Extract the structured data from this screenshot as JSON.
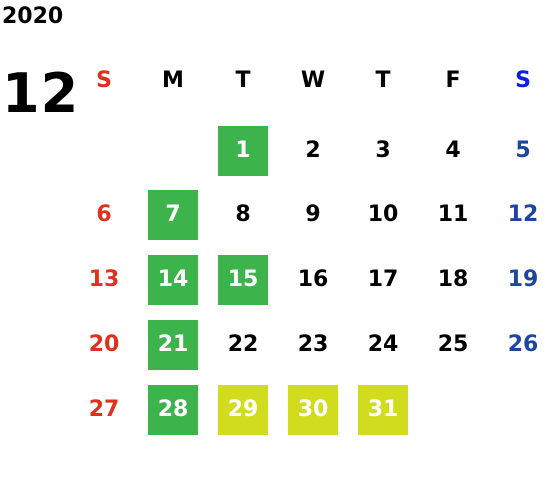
{
  "year": "2020",
  "month": "12",
  "weekdays": [
    "S",
    "M",
    "T",
    "W",
    "T",
    "F",
    "S"
  ],
  "weeks": [
    [
      "",
      "",
      "1",
      "2",
      "3",
      "4",
      "5"
    ],
    [
      "6",
      "7",
      "8",
      "9",
      "10",
      "11",
      "12"
    ],
    [
      "13",
      "14",
      "15",
      "16",
      "17",
      "18",
      "19"
    ],
    [
      "20",
      "21",
      "22",
      "23",
      "24",
      "25",
      "26"
    ],
    [
      "27",
      "28",
      "29",
      "30",
      "31",
      "",
      ""
    ]
  ],
  "highlights": {
    "green": [
      "1",
      "7",
      "14",
      "15",
      "21",
      "28"
    ],
    "yellow": [
      "29",
      "30",
      "31"
    ]
  },
  "colors": {
    "sunday": "#e0301e",
    "saturday": "#1e46a0",
    "green_highlight": "#3cb44b",
    "yellow_highlight": "#d2dc1e"
  }
}
